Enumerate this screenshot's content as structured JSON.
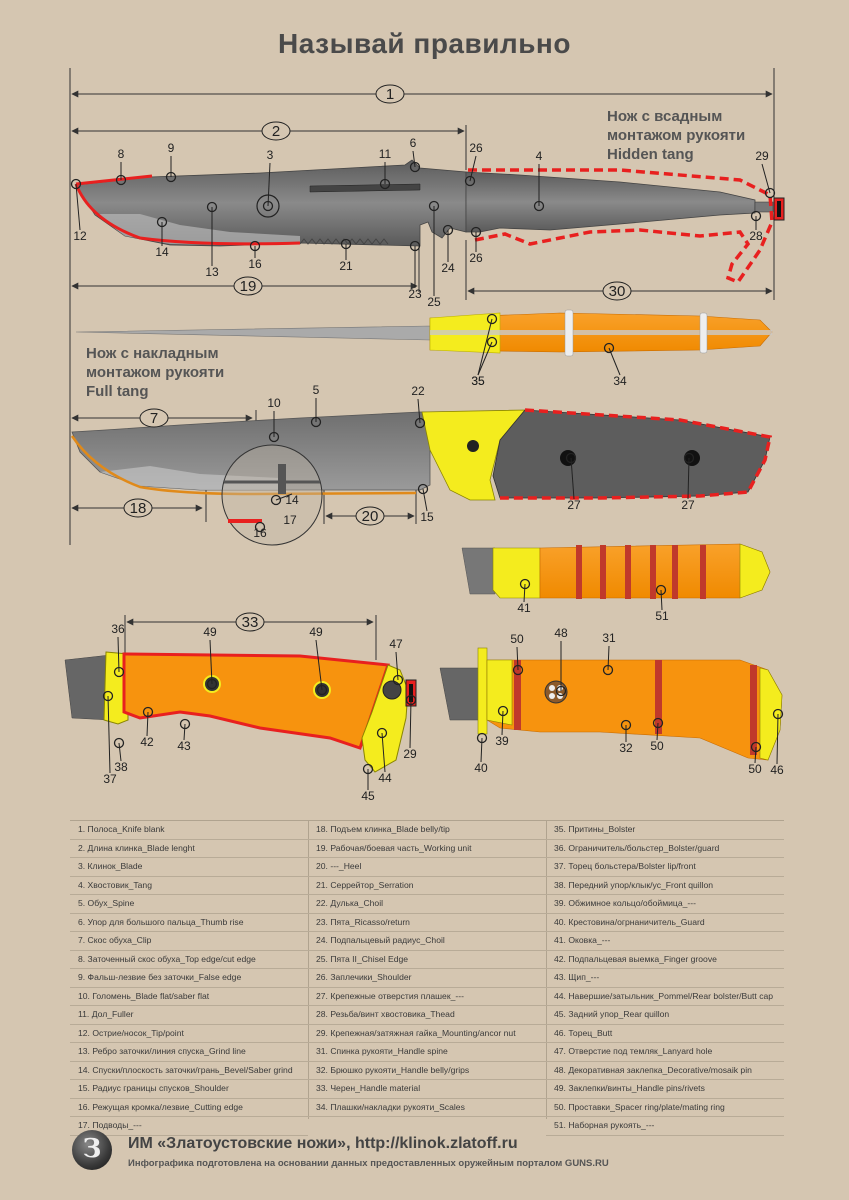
{
  "title": "Называй правильно",
  "labels": {
    "hidden_tang": [
      "Нож с всадным",
      "монтажом рукояти",
      "Hidden tang"
    ],
    "full_tang": [
      "Нож с накладным",
      "монтажом рукояти",
      "Full tang"
    ]
  },
  "callouts": {
    "n1": "1",
    "n2": "2",
    "n3": "3",
    "n4": "4",
    "n5": "5",
    "n6": "6",
    "n7": "7",
    "n8": "8",
    "n9": "9",
    "n10": "10",
    "n11": "11",
    "n12": "12",
    "n13": "13",
    "n14": "14",
    "n15": "15",
    "n16": "16",
    "n17": "17",
    "n18": "18",
    "n19": "19",
    "n20": "20",
    "n21": "21",
    "n22": "22",
    "n23": "23",
    "n24": "24",
    "n25": "25",
    "n26": "26",
    "n27": "27",
    "n28": "28",
    "n29": "29",
    "n30": "30",
    "n31": "31",
    "n32": "32",
    "n33": "33",
    "n34": "34",
    "n35": "35",
    "n36": "36",
    "n37": "37",
    "n38": "38",
    "n39": "39",
    "n40": "40",
    "n41": "41",
    "n42": "42",
    "n43": "43",
    "n44": "44",
    "n45": "45",
    "n46": "46",
    "n47": "47",
    "n48": "48",
    "n49": "49",
    "n50": "50",
    "n51": "51"
  },
  "legend": {
    "col1": [
      "1. Полоса_Knife blank",
      "2. Длина клинка_Blade lenght",
      "3. Клинок_Blade",
      "4. Хвостовик_Tang",
      "5. Обух_Spine",
      "6. Упор для большого пальца_Thumb rise",
      "7. Скос обуха_Clip",
      "8. Заточенный скос обуха_Top edge/cut edge",
      "9. Фальш-лезвие без заточки_False edge",
      "10. Голомень_Blade flat/saber flat",
      "11. Дол_Fuller",
      "12. Острие/носок_Tip/point",
      "13. Ребро заточки/линия спуска_Grind line",
      "14. Спуски/плоскость заточки/грань_Bevel/Saber grind",
      "15. Радиус границы спусков_Shoulder",
      "16. Режущая кромка/лезвие_Cutting edge",
      "17. Подводы_---"
    ],
    "col2": [
      "18. Подъем клинка_Blade belly/tip",
      "19. Рабочая/боевая часть_Working unit",
      "20. ---_Heel",
      "21. Серрейтор_Serration",
      "22. Дулька_Choil",
      "23. Пята_Ricasso/return",
      "24. Подпальцевый радиус_Choil",
      "25. Пята II_Chisel Edge",
      "26. Заплечики_Shoulder",
      "27. Крепежные отверстия плашек_---",
      "28. Резьба/винт хвостовика_Thead",
      "29. Крепежная/затяжная гайка_Mounting/ancor nut",
      "31. Спинка рукояти_Handle spine",
      "32. Брюшко рукояти_Handle belly/grips",
      "33. Черен_Handle material",
      "34. Плашки/накладки рукояти_Scales"
    ],
    "col3": [
      "35. Притины_Bolster",
      "36. Ограничитель/больстер_Bolster/guard",
      "37. Торец больстера/Bolster lip/front",
      "38. Передний упор/клык/ус_Front quillon",
      "39. Обжимное кольцо/обоймица_---",
      "40. Крестовина/огрнаничитель_Guard",
      "41. Оковка_---",
      "42. Подпальцевая выемка_Finger groove",
      "43. Щип_---",
      "44. Навершие/затыльник_Pommel/Rear bolster/Butt cap",
      "45. Задний упор_Rear quillon",
      "46. Торец_Butt",
      "47. Отверстие под темляк_Lanyard hole",
      "48. Декоративная заклепка_Decorative/mosaik pin",
      "49. Заклепки/винты_Handle pins/rivets",
      "50. Проставки_Spacer ring/plate/mating ring",
      "51. Наборная рукоять_---"
    ]
  },
  "footer": {
    "logo": "З",
    "main": "ИМ «Златоустовские ножи», http://klinok.zlatoff.ru",
    "sub": "Инфографика подготовлена на основании данных предоставленных оружейным порталом GUNS.RU"
  },
  "colors": {
    "background": "#d5c6b1",
    "blade": "#6e6e6e",
    "edge_red": "#e8201f",
    "bolster_yellow": "#f4ec1e",
    "handle_orange": "#f7930e",
    "spacer_red": "#c0392b"
  }
}
